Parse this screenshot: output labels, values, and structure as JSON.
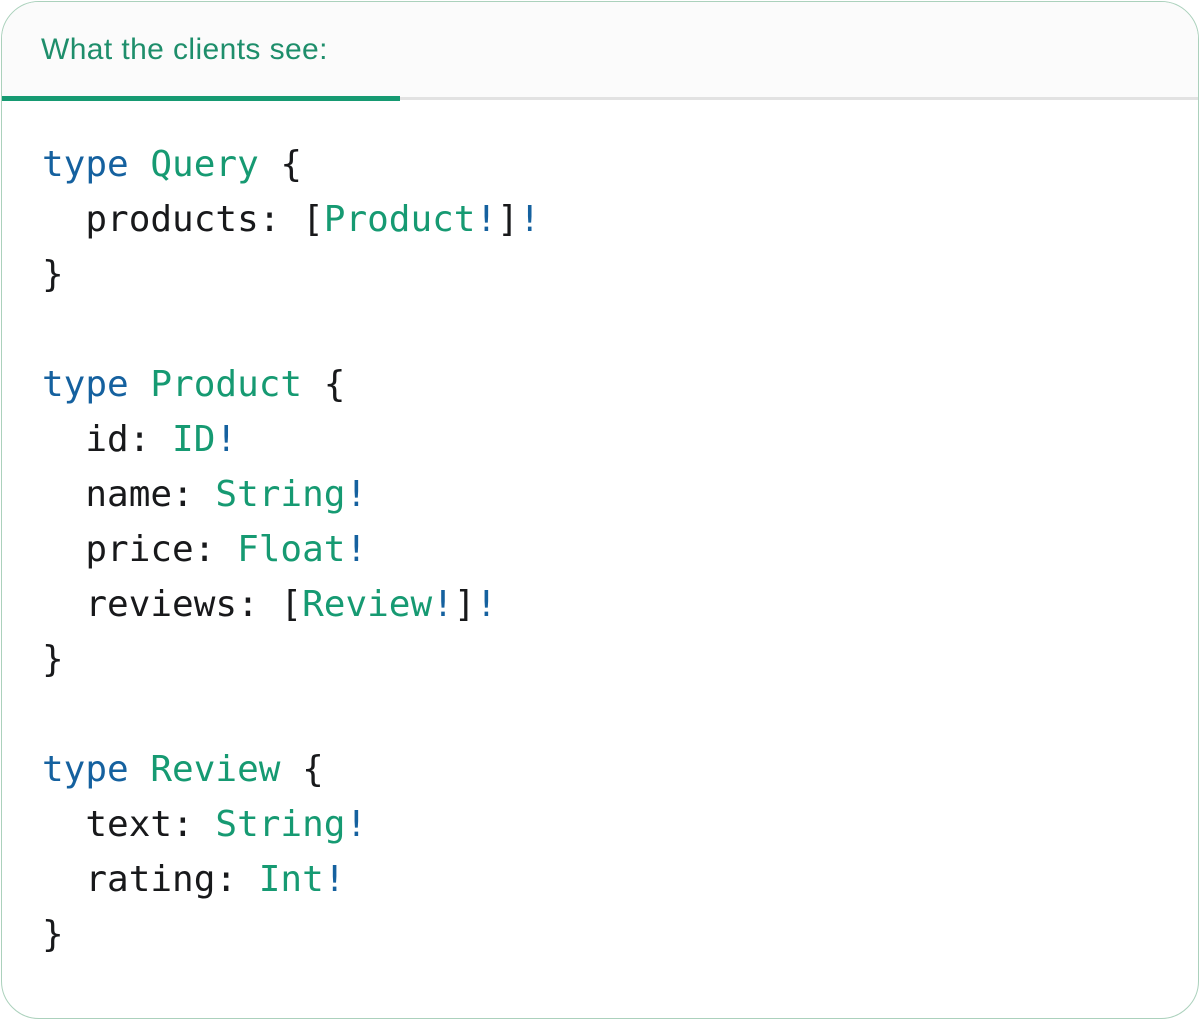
{
  "tab": {
    "label": "What the clients see:"
  },
  "colors": {
    "card_bg": "#ffffff",
    "card_border": "#abd1bc",
    "header_bg": "#fbfbfb",
    "divider": "#e2e2e2",
    "tab_text": "#1e8e6b",
    "tab_indicator": "#169a72",
    "code_keyword": "#15619f",
    "code_type": "#169a72",
    "code_text": "#18191b"
  },
  "code": {
    "language": "graphql-sdl",
    "lines": [
      [
        {
          "t": "type ",
          "c": "keyword"
        },
        {
          "t": "Query ",
          "c": "type"
        },
        {
          "t": "{",
          "c": "text"
        }
      ],
      [
        {
          "t": "  products: [",
          "c": "text"
        },
        {
          "t": "Product",
          "c": "type"
        },
        {
          "t": "!",
          "c": "keyword"
        },
        {
          "t": "]",
          "c": "text"
        },
        {
          "t": "!",
          "c": "keyword"
        }
      ],
      [
        {
          "t": "}",
          "c": "text"
        }
      ],
      [],
      [
        {
          "t": "type ",
          "c": "keyword"
        },
        {
          "t": "Product ",
          "c": "type"
        },
        {
          "t": "{",
          "c": "text"
        }
      ],
      [
        {
          "t": "  id: ",
          "c": "text"
        },
        {
          "t": "ID",
          "c": "type"
        },
        {
          "t": "!",
          "c": "keyword"
        }
      ],
      [
        {
          "t": "  name: ",
          "c": "text"
        },
        {
          "t": "String",
          "c": "type"
        },
        {
          "t": "!",
          "c": "keyword"
        }
      ],
      [
        {
          "t": "  price: ",
          "c": "text"
        },
        {
          "t": "Float",
          "c": "type"
        },
        {
          "t": "!",
          "c": "keyword"
        }
      ],
      [
        {
          "t": "  reviews: [",
          "c": "text"
        },
        {
          "t": "Review",
          "c": "type"
        },
        {
          "t": "!",
          "c": "keyword"
        },
        {
          "t": "]",
          "c": "text"
        },
        {
          "t": "!",
          "c": "keyword"
        }
      ],
      [
        {
          "t": "}",
          "c": "text"
        }
      ],
      [],
      [
        {
          "t": "type ",
          "c": "keyword"
        },
        {
          "t": "Review ",
          "c": "type"
        },
        {
          "t": "{",
          "c": "text"
        }
      ],
      [
        {
          "t": "  text: ",
          "c": "text"
        },
        {
          "t": "String",
          "c": "type"
        },
        {
          "t": "!",
          "c": "keyword"
        }
      ],
      [
        {
          "t": "  rating: ",
          "c": "text"
        },
        {
          "t": "Int",
          "c": "type"
        },
        {
          "t": "!",
          "c": "keyword"
        }
      ],
      [
        {
          "t": "}",
          "c": "text"
        }
      ]
    ]
  }
}
